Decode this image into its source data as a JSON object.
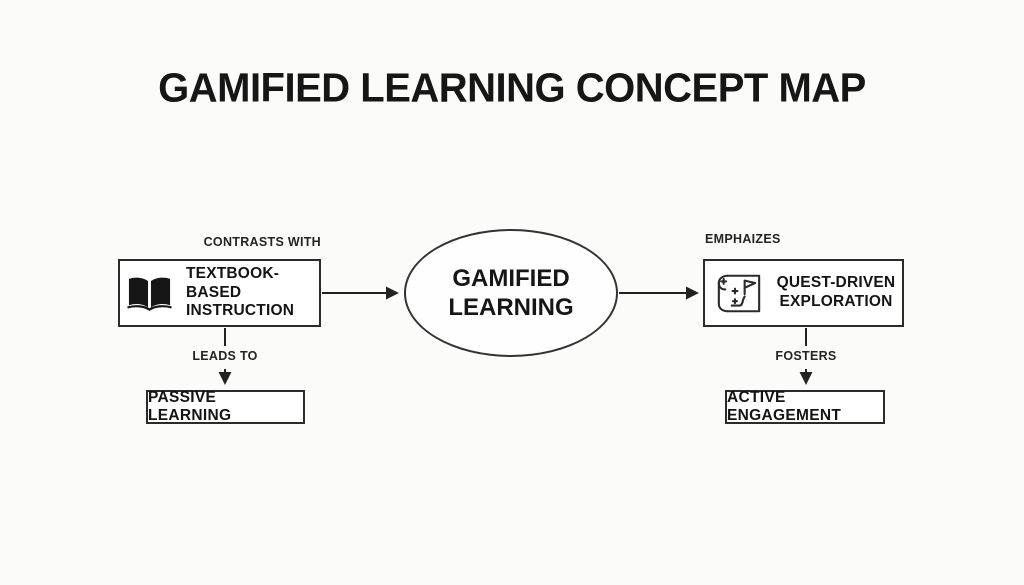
{
  "title": "GAMIFIED LEARNING CONCEPT MAP",
  "colors": {
    "background": "#fbfbfa",
    "ink": "#1b1b1b",
    "node_border": "#2b2b2b",
    "node_fill": "#ffffff"
  },
  "center_node": {
    "line1": "GAMIFIED",
    "line2": "LEARNING"
  },
  "left_branch": {
    "edge_label": "CONTRASTS WITH",
    "node": {
      "icon": "open-book-icon",
      "line1": "TEXTBOOK-BASED",
      "line2": "INSTRUCTION"
    },
    "sub_edge_label": "LEADS TO",
    "sub_node_label": "PASSIVE LEARNING"
  },
  "right_branch": {
    "edge_label": "EMPHAIZES",
    "node": {
      "icon": "quest-map-icon",
      "line1": "QUEST-DRIVEN",
      "line2": "EXPLORATION"
    },
    "sub_edge_label": "FOSTERS",
    "sub_node_label": "ACTIVE ENGAGEMENT"
  }
}
